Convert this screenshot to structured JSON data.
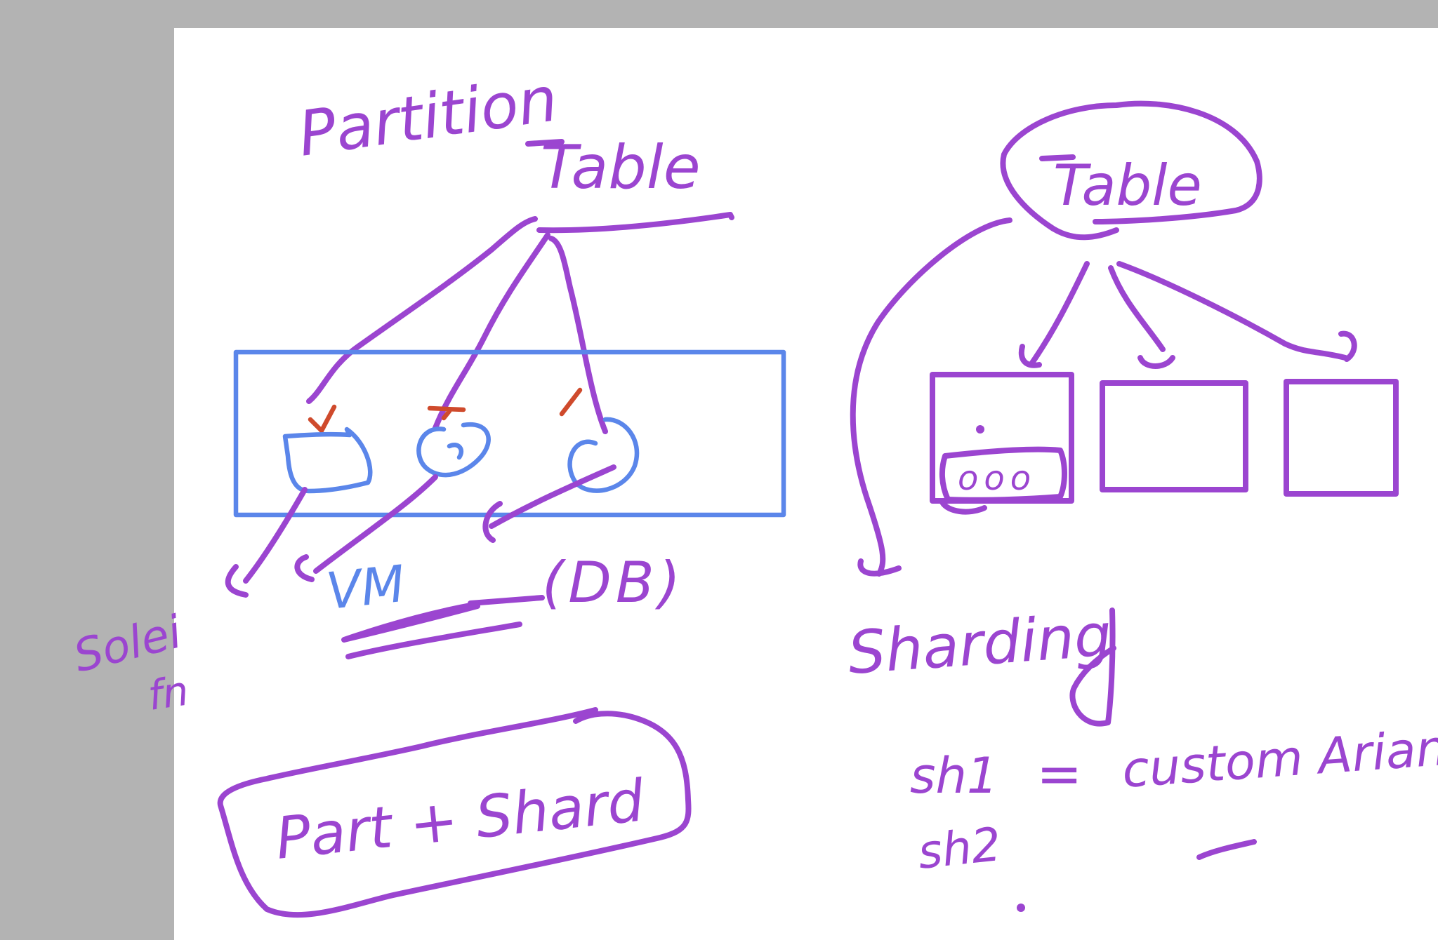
{
  "colors": {
    "ink_primary": "#9b45d0",
    "ink_secondary": "#5b86ea",
    "ink_check": "#cf4a2c",
    "page_background": "#ffffff",
    "margin_background": "#b3b3b3"
  },
  "labels": {
    "partition_title": "Partition",
    "partition_table": "Table",
    "sharding_table": "Table",
    "vm_label": "VM",
    "db_label": "(DB)",
    "side_note_line1": "Solei",
    "side_note_line2": "fn",
    "combo_label": "Part + Shard",
    "sharding_title": "Sharding",
    "sh1_label": "sh1",
    "sh2_label": "sh2",
    "equals": "=",
    "custom_label": "custom Arian",
    "shard_rows": "ooo"
  }
}
